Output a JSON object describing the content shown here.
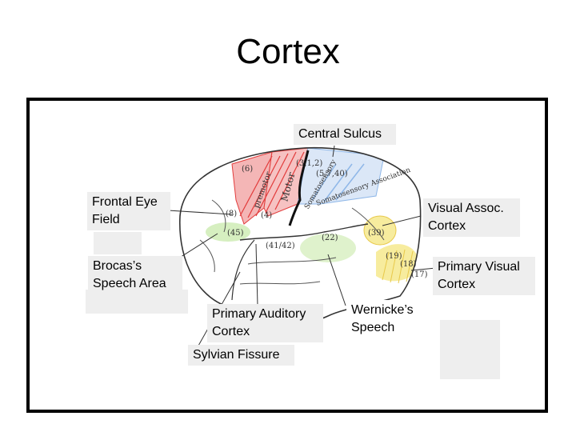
{
  "title": "Cortex",
  "labels": {
    "central_sulcus": "Central Sulcus",
    "frontal_eye_field": "Frontal Eye\nField",
    "visual_assoc_cortex": "Visual Assoc.\nCortex",
    "brocas_speech_area": "Brocas’s\nSpeech Area",
    "primary_visual_cortex": "Primary Visual\nCortex",
    "primary_auditory_cortex": "Primary Auditory\nCortex",
    "wernickes_speech": "Wernicke’s\nSpeech",
    "sylvian_fissure": "Sylvian Fissure"
  },
  "sketch_annotations": {
    "area_6": "(6)",
    "area_312": "(3,1,2)",
    "area_5740": "(5,7,40)",
    "area_8": "(8)",
    "area_4": "(4)",
    "area_45": "(45)",
    "area_4142": "(41/42)",
    "area_22": "(22)",
    "area_39": "(39)",
    "area_19": "(19)",
    "area_18": "(18)",
    "area_17": "(17)",
    "premotor": "premotor",
    "motor": "Motor",
    "somatosensory": "Somatosensory",
    "somatosensory_association": "Somatosensory Association"
  },
  "colors": {
    "motor_red": "#e23b3b",
    "sensory_blue": "#8fb7e8",
    "auditory_green": "#b8e08a",
    "visual_yellow": "#f2df62",
    "central_sulcus": "#111111"
  }
}
